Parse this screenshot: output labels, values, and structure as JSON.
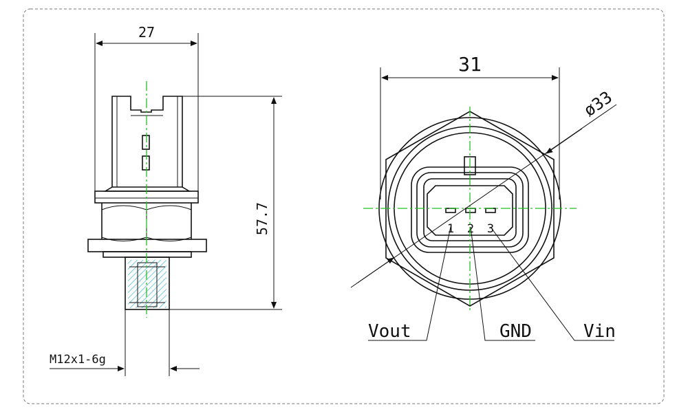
{
  "dimensions": {
    "width_side": "27",
    "height_side": "57.7",
    "width_front": "31",
    "diameter_front": "ø33",
    "thread": "M12x1-6g"
  },
  "pins": {
    "numbers": [
      "1",
      "2",
      "3"
    ],
    "labels": [
      "Vout",
      "GND",
      "Vin"
    ]
  },
  "colors": {
    "outline": "#111111",
    "centerline": "#22c022",
    "hatch": "#3bb6c8",
    "frame": "#777777"
  }
}
